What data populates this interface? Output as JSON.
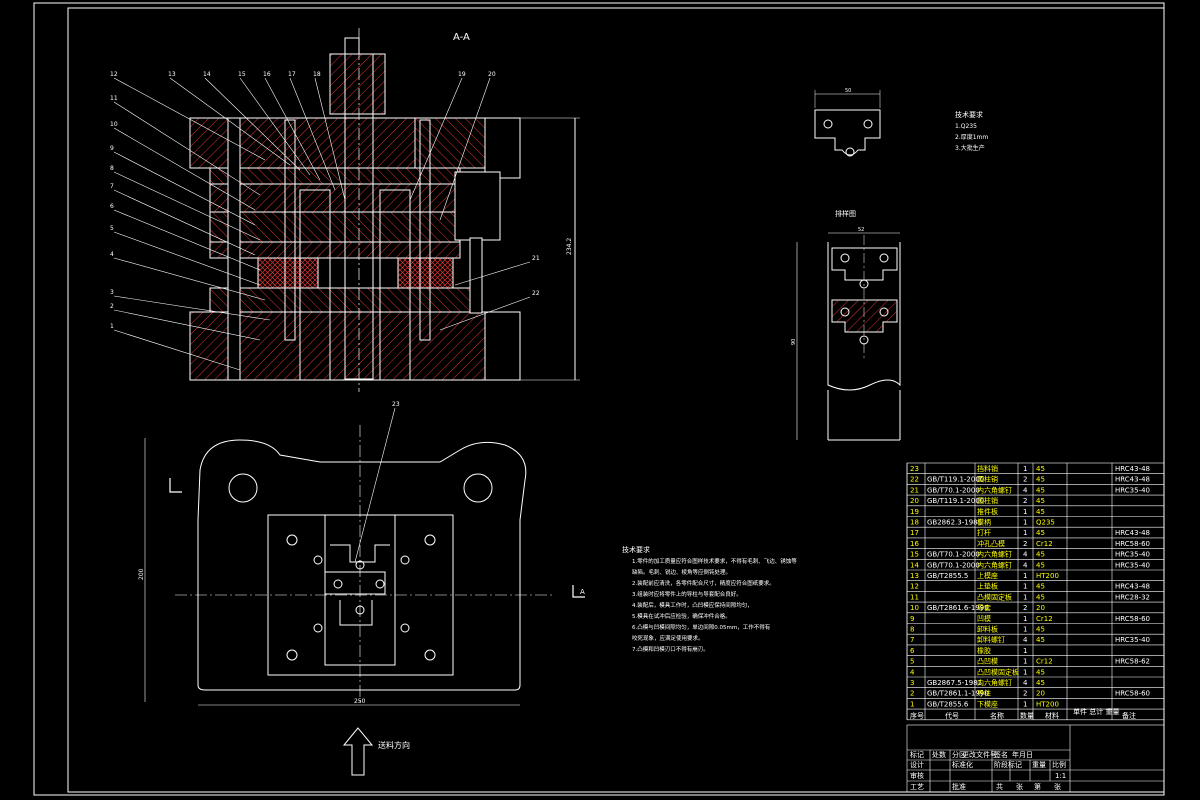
{
  "drawing": {
    "section_title": "A-A",
    "section_mark": "A",
    "feed_direction": "送料方向",
    "product_title": "技术要求",
    "product_reqs": [
      "1.Q235",
      "2.厚度1mm",
      "3.大批生产"
    ],
    "layout_title": "排样图",
    "tech_title": "技术要求",
    "tech_reqs": [
      "1.零件的加工质量应符合图样技术要求，不得有毛刺、飞边、锈蚀等",
      "缺陷。毛刺、锐边、棱角等应倒钝处理。",
      "2.装配前应清洗，各零件配合尺寸，精度应符合图纸要求。",
      "3.组装时应将零件上的导柱与导套配合良好。",
      "4.装配后，模具工作时，凸凹模应保持间隙均匀，",
      "5.模具在试冲后应检验，确保冲件合格。",
      "6.凸模与凹模间隙均匀，单边间隙0.05mm，工作不得有",
      "咬死现象，应满足使用要求。",
      "7.凸模和凹模刃口不得有崩刃。"
    ],
    "callouts_left": [
      "12",
      "13",
      "14",
      "15",
      "16",
      "17",
      "18",
      "19",
      "20",
      "11",
      "10",
      "9",
      "8",
      "7",
      "6",
      "5",
      "4",
      "3",
      "2",
      "1"
    ],
    "callouts_right": [
      "21",
      "22",
      "23"
    ],
    "dim_overall_height": "234.2",
    "dim_plan_width": "250",
    "dim_plan_height": "200",
    "dim_product_w": "50",
    "dim_layout_w": "52",
    "dim_layout_h": "90"
  },
  "bom": {
    "rows": [
      {
        "no": "23",
        "code": "",
        "name": "挡料销",
        "qty": "1",
        "mat": "45",
        "note": "HRC43-48"
      },
      {
        "no": "22",
        "code": "GB/T119.1-2000",
        "name": "圆柱销",
        "qty": "2",
        "mat": "45",
        "note": "HRC43-48"
      },
      {
        "no": "21",
        "code": "GB/T70.1-2000",
        "name": "内六角螺钉",
        "qty": "4",
        "mat": "45",
        "note": "HRC35-40"
      },
      {
        "no": "20",
        "code": "GB/T119.1-2000",
        "name": "圆柱销",
        "qty": "2",
        "mat": "45",
        "note": ""
      },
      {
        "no": "19",
        "code": "",
        "name": "推件板",
        "qty": "1",
        "mat": "45",
        "note": ""
      },
      {
        "no": "18",
        "code": "GB2862.3-1981",
        "name": "模柄",
        "qty": "1",
        "mat": "Q235",
        "note": ""
      },
      {
        "no": "17",
        "code": "",
        "name": "打杆",
        "qty": "1",
        "mat": "45",
        "note": "HRC43-48"
      },
      {
        "no": "16",
        "code": "",
        "name": "冲孔凸模",
        "qty": "2",
        "mat": "Cr12",
        "note": "HRC58-60"
      },
      {
        "no": "15",
        "code": "GB/T70.1-2000",
        "name": "内六角螺钉",
        "qty": "4",
        "mat": "45",
        "note": "HRC35-40"
      },
      {
        "no": "14",
        "code": "GB/T70.1-2000",
        "name": "内六角螺钉",
        "qty": "4",
        "mat": "45",
        "note": "HRC35-40"
      },
      {
        "no": "13",
        "code": "GB/T2855.5",
        "name": "上模座",
        "qty": "1",
        "mat": "HT200",
        "note": ""
      },
      {
        "no": "12",
        "code": "",
        "name": "上垫板",
        "qty": "1",
        "mat": "45",
        "note": "HRC43-48"
      },
      {
        "no": "11",
        "code": "",
        "name": "凸模固定板",
        "qty": "1",
        "mat": "45",
        "note": "HRC28-32"
      },
      {
        "no": "10",
        "code": "GB/T2861.6-1990",
        "name": "导套",
        "qty": "2",
        "mat": "20",
        "note": ""
      },
      {
        "no": "9",
        "code": "",
        "name": "凹模",
        "qty": "1",
        "mat": "Cr12",
        "note": "HRC58-60"
      },
      {
        "no": "8",
        "code": "",
        "name": "卸料板",
        "qty": "1",
        "mat": "45",
        "note": ""
      },
      {
        "no": "7",
        "code": "",
        "name": "卸料螺钉",
        "qty": "4",
        "mat": "45",
        "note": "HRC35-40"
      },
      {
        "no": "6",
        "code": "",
        "name": "橡胶",
        "qty": "1",
        "mat": "",
        "note": ""
      },
      {
        "no": "5",
        "code": "",
        "name": "凸凹模",
        "qty": "1",
        "mat": "Cr12",
        "note": "HRC58-62"
      },
      {
        "no": "4",
        "code": "",
        "name": "凸凹模固定板",
        "qty": "1",
        "mat": "45",
        "note": ""
      },
      {
        "no": "3",
        "code": "GB2867.5-1981",
        "name": "内六角螺钉",
        "qty": "4",
        "mat": "45",
        "note": ""
      },
      {
        "no": "2",
        "code": "GB/T2861.1-1990",
        "name": "导柱",
        "qty": "2",
        "mat": "20",
        "note": "HRC58-60"
      },
      {
        "no": "1",
        "code": "GB/T2855.6",
        "name": "下模座",
        "qty": "1",
        "mat": "HT200",
        "note": ""
      }
    ],
    "header": {
      "no": "序号",
      "code": "代号",
      "name": "名称",
      "qty": "数量",
      "mat": "材料",
      "weight": "单件 总计 重量",
      "note": "备注"
    },
    "title_block": {
      "r1": [
        "标记",
        "处数",
        "分区",
        "更改文件号",
        "签名",
        "年月日"
      ],
      "r2": [
        "设计",
        "",
        "标准化",
        ""
      ],
      "r3": [
        "审核",
        ""
      ],
      "r4": [
        "工艺",
        "",
        "批准"
      ],
      "stage": [
        "阶段标记",
        "重量",
        "比例"
      ],
      "scale": "1:1",
      "sheet": [
        "共",
        "张",
        "第",
        "张"
      ]
    }
  }
}
